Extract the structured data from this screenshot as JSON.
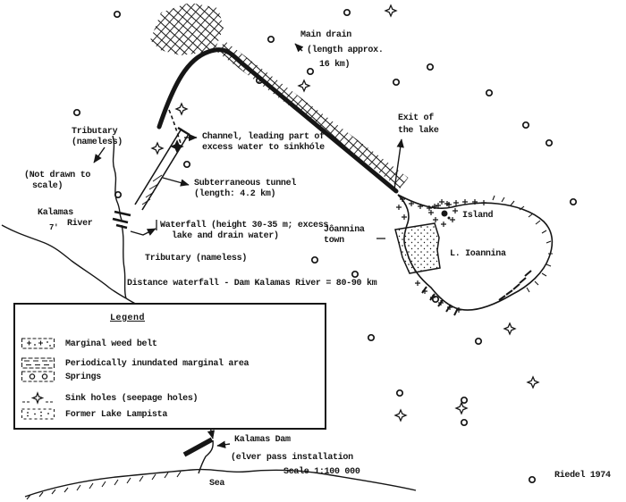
{
  "map": {
    "labels": {
      "main_drain_line1": "Main drain",
      "main_drain_line2": "(length approx.",
      "main_drain_line3": "16 km)",
      "tributary_top_line1": "Tributary",
      "tributary_top_line2": "(nameless)",
      "not_to_scale_line1": "(Not drawn to",
      "not_to_scale_line2": "scale)",
      "kalamas_line1": "Kalamas",
      "kalamas_line2": "River",
      "kalamas_tick": "7'",
      "channel_line1": "Channel, leading part of",
      "channel_line2": "excess water to sinkhóle",
      "tunnel_line1": "Subterraneous tunnel",
      "tunnel_line2": "(length: 4.2 km)",
      "waterfall_line1": "Waterfall (height 30-35 m; excess",
      "waterfall_line2": "lake and drain water)",
      "tributary_bottom": "Tributary (nameless)",
      "distance_note": "Distance waterfall - Dam Kalamas River = 80-90 km",
      "exit_line1": "Exit of",
      "exit_line2": "the lake",
      "town_line1": "Jôannina",
      "town_line2": "town",
      "island": "Island",
      "lake": "L. Ioannina",
      "dam": "Kalamas Dam",
      "elver_pass": "(elver pass installation",
      "scale": "Scale 1:100 000",
      "sea": "Sea",
      "credit": "Riedel 1974"
    },
    "legend": {
      "title": "Legend",
      "items": [
        {
          "label": "Marginal weed belt",
          "symbol": "marginal-weed-belt"
        },
        {
          "label": "Periodically inundated marginal area",
          "symbol": "inundated-area"
        },
        {
          "label": "Springs",
          "symbol": "springs"
        },
        {
          "label": "Sink holes (seepage holes)",
          "symbol": "sink-holes"
        },
        {
          "label": "Former Lake Lampista",
          "symbol": "former-lake"
        }
      ]
    },
    "colors": {
      "ink": "#161616",
      "paper": "#ffffff"
    }
  }
}
